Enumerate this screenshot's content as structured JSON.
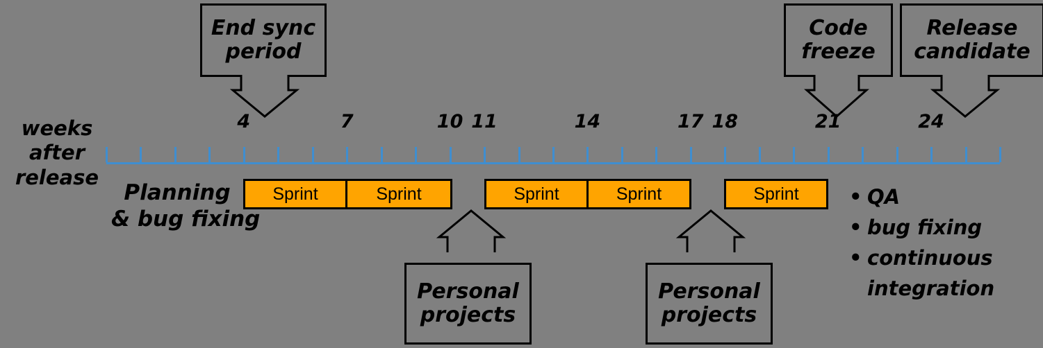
{
  "theme": {
    "background": "#808080",
    "axis_color": "#3f8ed0",
    "sprint_fill": "#FFA400",
    "outline": "#000000"
  },
  "axis": {
    "name": "weeks-after-release-axis",
    "side_label_lines": [
      "weeks",
      "after",
      "release"
    ],
    "tick_count": 27,
    "first_week": 0,
    "last_week": 26,
    "labeled_weeks": [
      4,
      7,
      10,
      11,
      14,
      17,
      18,
      21,
      24
    ],
    "labels": [
      "4",
      "7",
      "10",
      "11",
      "14",
      "17",
      "18",
      "21",
      "24"
    ]
  },
  "callouts": [
    {
      "id": "end-sync-period",
      "lines": [
        "End sync",
        "period"
      ],
      "target_week": 4
    },
    {
      "id": "code-freeze",
      "lines": [
        "Code",
        "freeze"
      ],
      "target_week": 21
    },
    {
      "id": "release-candidate",
      "lines": [
        "Release",
        "candidate"
      ],
      "target_week": 24
    }
  ],
  "planning": {
    "lines": [
      "Planning",
      "& bug fixing"
    ]
  },
  "sprint_groups": [
    {
      "id": "sprint-group-1",
      "sprints": [
        "Sprint",
        "Sprint"
      ]
    },
    {
      "id": "sprint-group-2",
      "sprints": [
        "Sprint",
        "Sprint"
      ]
    },
    {
      "id": "sprint-group-3",
      "sprints": [
        "Sprint"
      ]
    }
  ],
  "personal_projects": [
    {
      "id": "personal-projects-1",
      "lines": [
        "Personal",
        "projects"
      ],
      "target_week": 10
    },
    {
      "id": "personal-projects-2",
      "lines": [
        "Personal",
        "projects"
      ],
      "target_week": 17
    }
  ],
  "bullets": [
    {
      "text": "QA"
    },
    {
      "text": "bug fixing"
    },
    {
      "text": "continuous\ninteg­ration"
    }
  ],
  "bullet_glyph": "•"
}
